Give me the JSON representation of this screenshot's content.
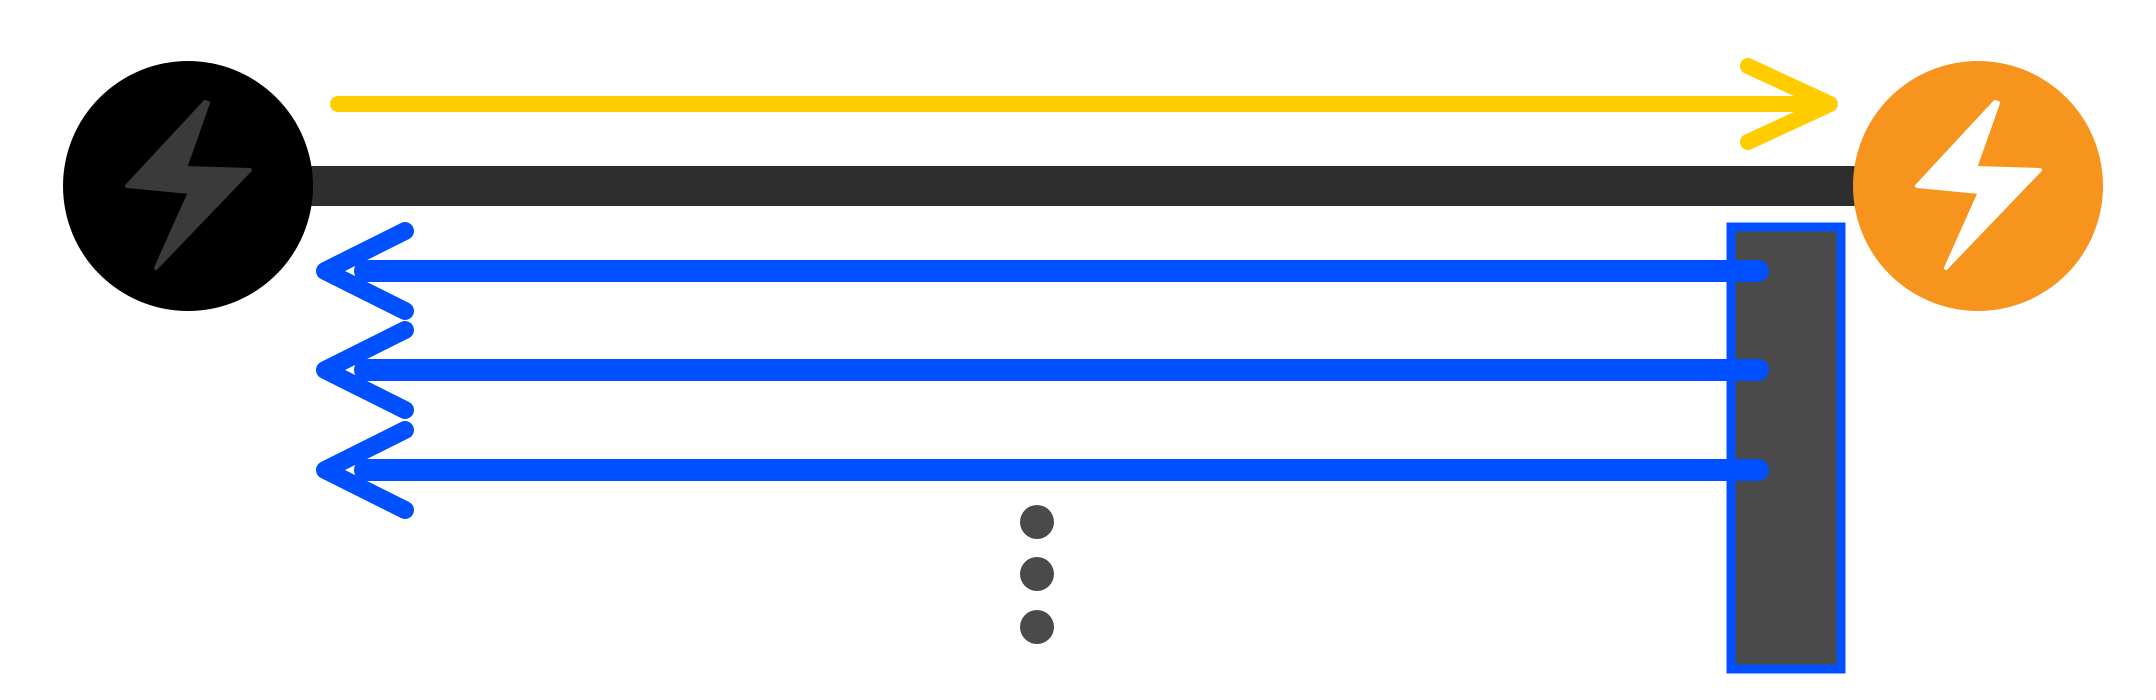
{
  "nodes": [
    {
      "id": "left-node",
      "icon": "lightning-bolt-icon",
      "fill": "#000000",
      "icon_color": "#3a3a3a"
    },
    {
      "id": "right-node",
      "icon": "lightning-bolt-icon",
      "fill": "#f7941d",
      "icon_color": "#ffffff"
    }
  ],
  "connection": {
    "color": "#2e2e2e"
  },
  "request_arrow": {
    "direction": "right",
    "color": "#ffcc00"
  },
  "response_arrows": {
    "direction": "left",
    "color": "#0050ff",
    "count_shown": 3
  },
  "response_block": {
    "fill": "#4a4a4a",
    "stroke": "#0050ff"
  },
  "continuation_dots": {
    "count": 3,
    "color": "#4a4a4a"
  }
}
